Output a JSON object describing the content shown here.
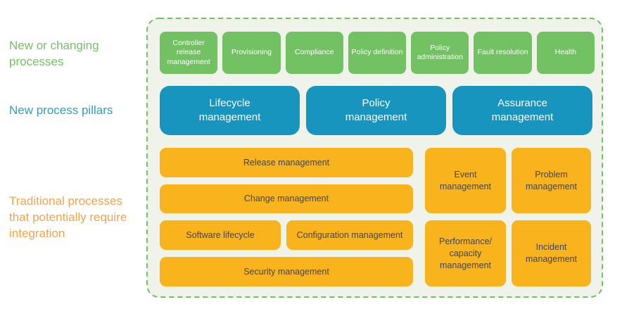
{
  "colors": {
    "green_box": "#72C162",
    "blue_box": "#1795BE",
    "orange_box": "#F9B31C",
    "container_background": "#EFF3E9",
    "dashed_border": "#72C162",
    "orange_box_text": "#404654",
    "label_green_text": "#74C164",
    "label_blue_text": "#2E9FC2",
    "label_orange_text": "#F2A44E"
  },
  "side_labels": {
    "new_or_changing": "New or changing\nprocesses",
    "new_pillars": "New process pillars",
    "traditional": "Traditional processes\nthat potentially require\nintegration"
  },
  "top_row": [
    {
      "label": "Controller release management"
    },
    {
      "label": "Provisioning"
    },
    {
      "label": "Compliance"
    },
    {
      "label": "Policy definition"
    },
    {
      "label": "Policy administration"
    },
    {
      "label": "Fault resolution"
    },
    {
      "label": "Health"
    }
  ],
  "pillars": [
    {
      "label": "Lifecycle\nmanagement"
    },
    {
      "label": "Policy\nmanagement"
    },
    {
      "label": "Assurance\nmanagement"
    }
  ],
  "traditional_boxes": {
    "release": "Release management",
    "change": "Change management",
    "software": "Software lifecycle",
    "configuration": "Configuration management",
    "security": "Security management",
    "event": "Event\nmanagement",
    "problem": "Problem\nmanagement",
    "performance": "Performance/\ncapacity\nmanagement",
    "incident": "Incident\nmanagement"
  }
}
